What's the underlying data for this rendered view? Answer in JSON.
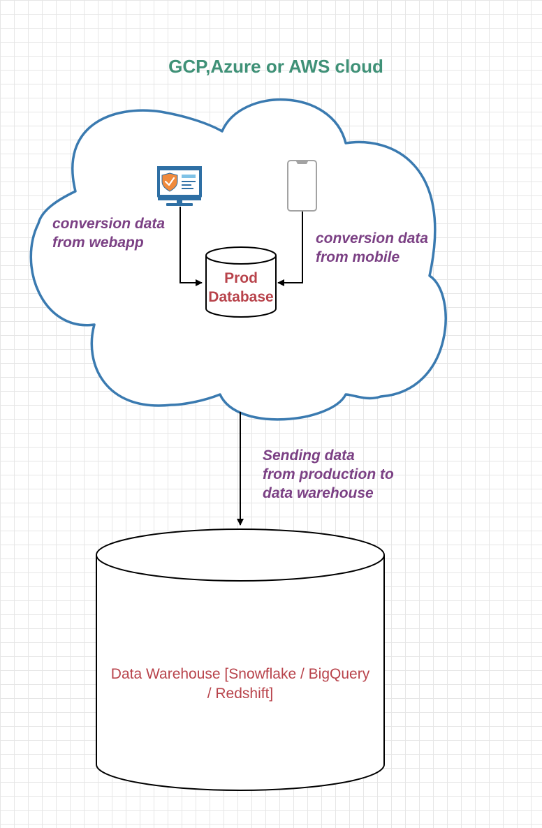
{
  "title": "GCP,Azure or AWS cloud",
  "webapp_label": {
    "line1": "conversion data",
    "line2": "from webapp"
  },
  "mobile_label": {
    "line1": "conversion data",
    "line2": "from mobile"
  },
  "prod_db": {
    "line1": "Prod",
    "line2": "Database"
  },
  "transfer_label": {
    "line1": "Sending data",
    "line2": "from production to",
    "line3": "data warehouse"
  },
  "warehouse": {
    "line1": "Data Warehouse [Snowflake / BigQuery",
    "line2": "/ Redshift]"
  },
  "icons": {
    "webapp": "monitor-shield-icon",
    "mobile": "smartphone-icon"
  },
  "colors": {
    "cloud_stroke": "#3a7ab0",
    "title": "#3f9177",
    "flow_text": "#7b4084",
    "db_text": "#b8434b",
    "shield": "#f08a3c",
    "screen": "#2e6fa4"
  }
}
